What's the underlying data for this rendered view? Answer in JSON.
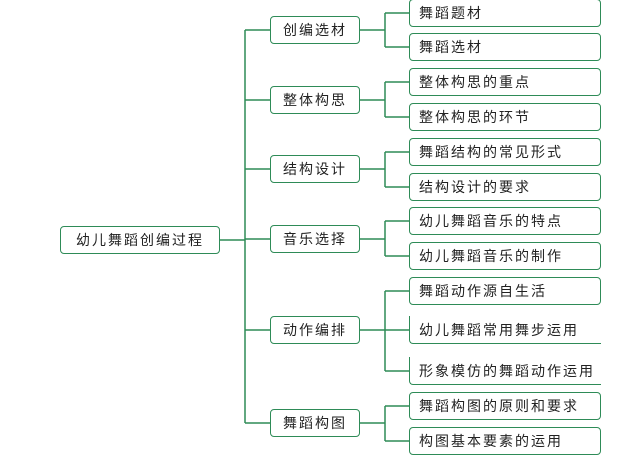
{
  "colors": {
    "line": "#2e8b57",
    "border": "#2e8b57",
    "text": "#222222",
    "background": "#ffffff"
  },
  "diagram": {
    "root": "幼儿舞蹈创编过程",
    "categories": [
      {
        "label": "创编选材",
        "children": [
          "舞蹈题材",
          "舞蹈选材"
        ]
      },
      {
        "label": "整体构思",
        "children": [
          "整体构思的重点",
          "整体构思的环节"
        ]
      },
      {
        "label": "结构设计",
        "children": [
          "舞蹈结构的常见形式",
          "结构设计的要求"
        ]
      },
      {
        "label": "音乐选择",
        "children": [
          "幼儿舞蹈音乐的特点",
          "幼儿舞蹈音乐的制作"
        ]
      },
      {
        "label": "动作编排",
        "children": [
          "舞蹈动作源自生活",
          "幼儿舞蹈常用舞步运用",
          "形象模仿的舞蹈动作运用"
        ]
      },
      {
        "label": "舞蹈构图",
        "children": [
          "舞蹈构图的原则和要求",
          "构图基本要素的运用"
        ]
      }
    ]
  }
}
